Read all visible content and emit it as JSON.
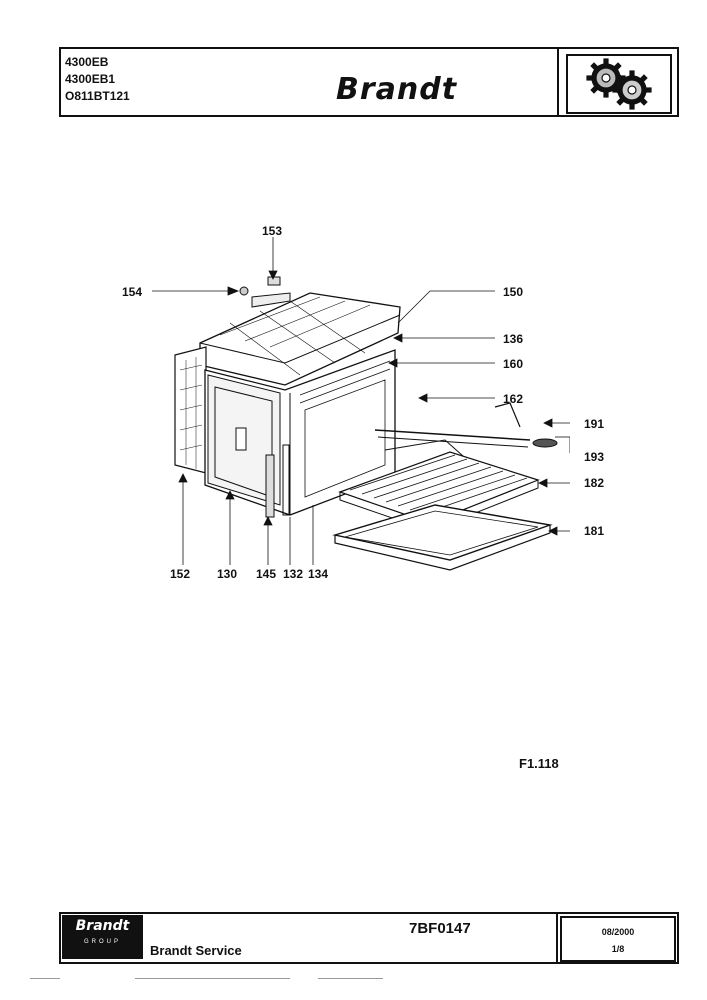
{
  "header": {
    "models": [
      "4300EB",
      "4300EB1",
      "O811BT121"
    ],
    "brand": "Brandt",
    "gear_icon": "gears-icon"
  },
  "callouts": [
    {
      "id": "153",
      "label": "153"
    },
    {
      "id": "154",
      "label": "154"
    },
    {
      "id": "150",
      "label": "150"
    },
    {
      "id": "136",
      "label": "136"
    },
    {
      "id": "160",
      "label": "160"
    },
    {
      "id": "162",
      "label": "162"
    },
    {
      "id": "191",
      "label": "191"
    },
    {
      "id": "193",
      "label": "193"
    },
    {
      "id": "182",
      "label": "182"
    },
    {
      "id": "181",
      "label": "181"
    },
    {
      "id": "152",
      "label": "152"
    },
    {
      "id": "130",
      "label": "130"
    },
    {
      "id": "145",
      "label": "145"
    },
    {
      "id": "132",
      "label": "132"
    },
    {
      "id": "134",
      "label": "134"
    }
  ],
  "figure_ref": "F1.118",
  "footer": {
    "logo_text": "Brandt",
    "logo_sub": "GROUP",
    "service": "Brandt Service",
    "doc_ref": "7BF0147",
    "date": "08/2000",
    "page": "1/8"
  }
}
